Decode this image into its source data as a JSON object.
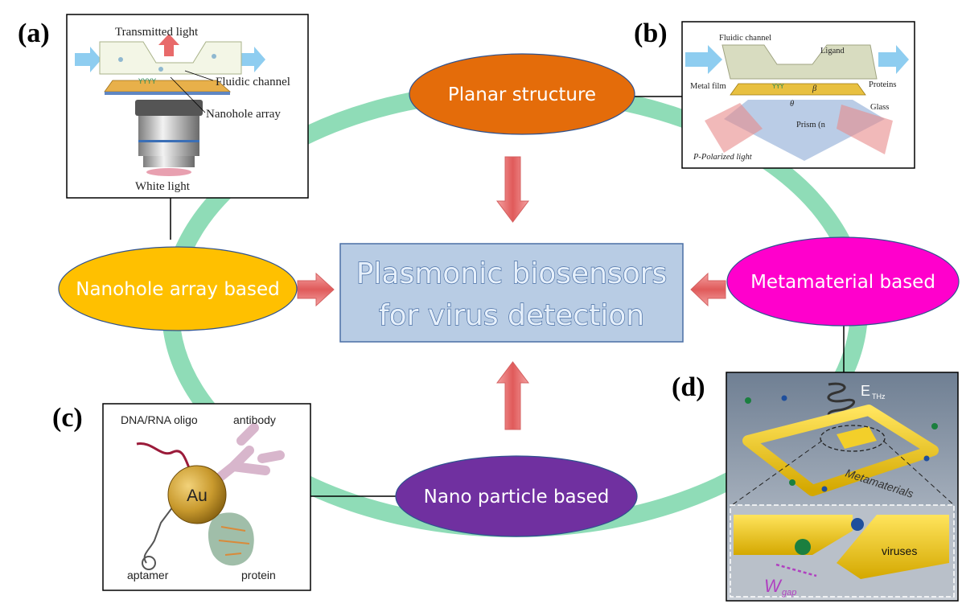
{
  "panels": {
    "a": {
      "letter": "(a)",
      "labels": [
        "Transmitted light",
        "Fluidic channel",
        "Nanohole array",
        "White light"
      ]
    },
    "b": {
      "letter": "(b)",
      "labels": [
        "Fluidic channel",
        "Ligand",
        "Metal film",
        "Proteins",
        "Glass",
        "Prism (n",
        "P-Polarized light"
      ],
      "beta": "β",
      "theta": "θ"
    },
    "c": {
      "letter": "(c)",
      "labels": [
        "DNA/RNA oligo",
        "antibody",
        "aptamer",
        "protein"
      ],
      "center_label": "Au"
    },
    "d": {
      "letter": "(d)",
      "labels": [
        "Metamaterials",
        "viruses"
      ],
      "field_label": "E",
      "field_sub": "THz",
      "gap_label": "W",
      "gap_sub": "gap"
    }
  },
  "nodes": {
    "planar": "Planar structure",
    "nanohole": "Nanohole array based",
    "metamaterial": "Metamaterial based",
    "nanoparticle": "Nano particle based"
  },
  "center": {
    "line1": "Plasmonic biosensors",
    "line2": "for virus detection"
  },
  "colors": {
    "planar": "#e46c0a",
    "nanohole": "#ffc000",
    "metamaterial": "#ff00cc",
    "nanoparticle": "#7030a0",
    "ring": "#8fdcb7",
    "center_box": "#b8cce4",
    "arrow": "#e46c6c"
  }
}
